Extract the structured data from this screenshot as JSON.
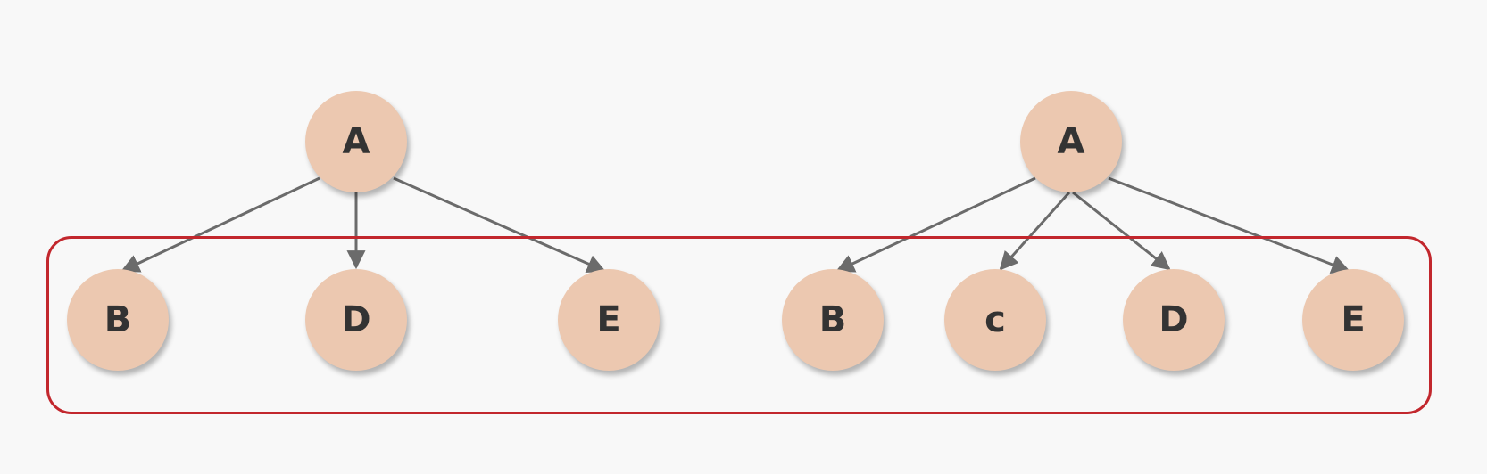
{
  "diagram": {
    "colors": {
      "node_fill": "#ecc8b0",
      "node_text": "#333333",
      "edge": "#6b6b6b",
      "highlight_border": "#c2272d",
      "background": "#f8f8f8"
    },
    "left_tree": {
      "root": "A",
      "children": [
        "B",
        "D",
        "E"
      ]
    },
    "right_tree": {
      "root": "A",
      "children": [
        "B",
        "c",
        "D",
        "E"
      ]
    },
    "highlight": "children row enclosed in rounded red rectangle"
  }
}
